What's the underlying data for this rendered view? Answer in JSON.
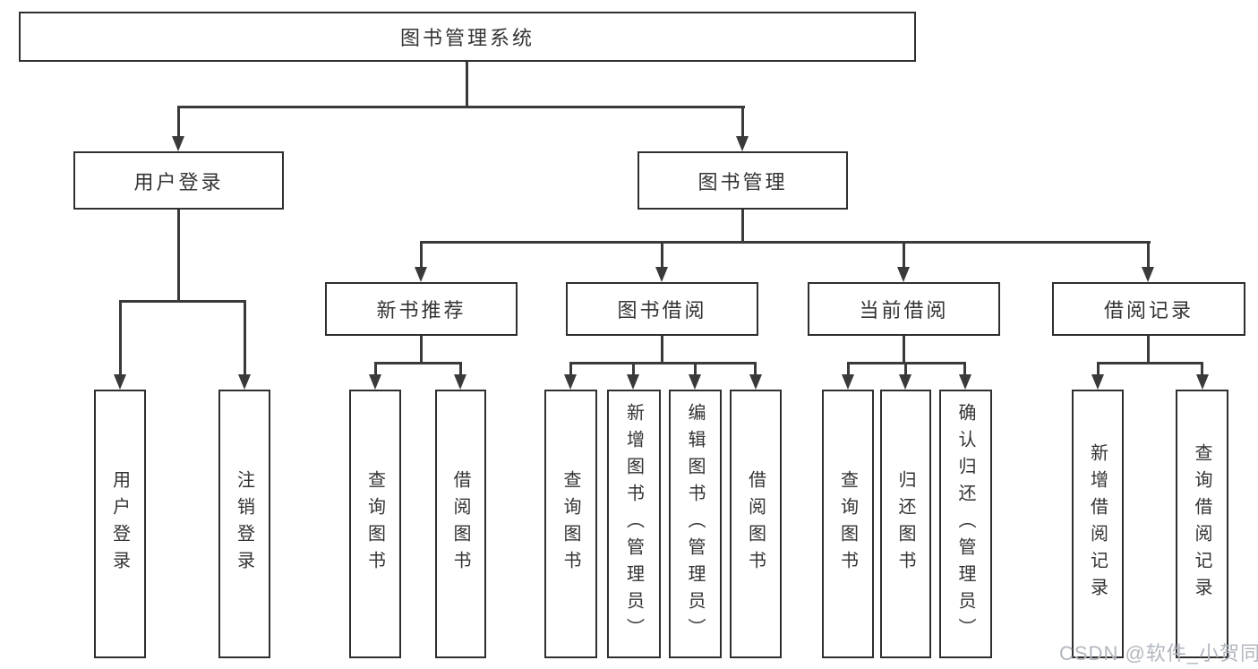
{
  "watermark": "CSDN @软件_小贺同学",
  "colors": {
    "line": "#3a3a3a",
    "box_border": "#2f2f2f",
    "text": "#333333",
    "watermark": "#b2b7bf",
    "background": "#ffffff"
  },
  "tree": {
    "label": "图书管理系统",
    "children": [
      {
        "label": "用户登录",
        "children": [
          {
            "label": "用户登录"
          },
          {
            "label": "注销登录"
          }
        ]
      },
      {
        "label": "图书管理",
        "children": [
          {
            "label": "新书推荐",
            "children": [
              {
                "label": "查询图书"
              },
              {
                "label": "借阅图书"
              }
            ]
          },
          {
            "label": "图书借阅",
            "children": [
              {
                "label": "查询图书"
              },
              {
                "label": "新增图书（管理员）"
              },
              {
                "label": "编辑图书（管理员）"
              },
              {
                "label": "借阅图书"
              }
            ]
          },
          {
            "label": "当前借阅",
            "children": [
              {
                "label": "查询图书"
              },
              {
                "label": "归还图书"
              },
              {
                "label": "确认归还（管理员）"
              }
            ]
          },
          {
            "label": "借阅记录",
            "children": [
              {
                "label": "新增借阅记录"
              },
              {
                "label": "查询借阅记录"
              }
            ]
          }
        ]
      }
    ]
  }
}
